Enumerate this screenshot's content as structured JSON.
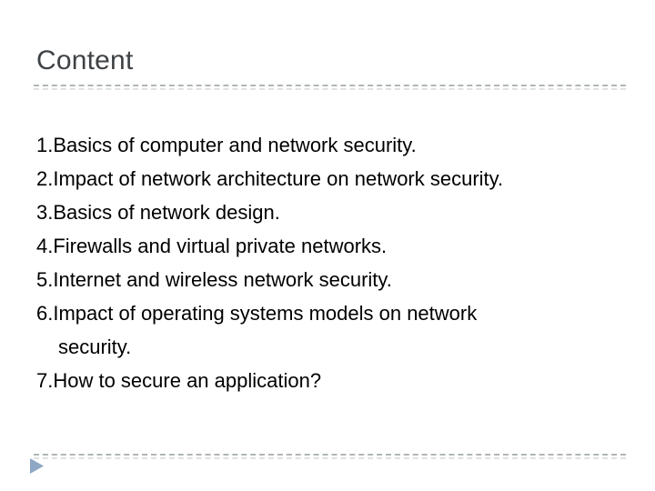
{
  "slide": {
    "title": "Content",
    "list": {
      "items": [
        {
          "text": "1.Basics of computer and network security."
        },
        {
          "text": "2.Impact of network architecture on network security."
        },
        {
          "text": "3.Basics of network design."
        },
        {
          "text": "4.Firewalls and virtual private networks."
        },
        {
          "text": "5.Internet and wireless network security."
        },
        {
          "text": "6.Impact of operating systems models on network\nsecurity."
        },
        {
          "text": "7.How to secure an application?"
        }
      ]
    },
    "footer": {
      "arrow_icon": "triangle-right"
    }
  },
  "theme": {
    "title_color": "#3f4245",
    "text_color": "#000000",
    "divider_color": "#b0b6b8",
    "divider_echo_color": "#dde3df",
    "accent_color": "#8ea7c5",
    "slide_bg": "#ffffff"
  }
}
